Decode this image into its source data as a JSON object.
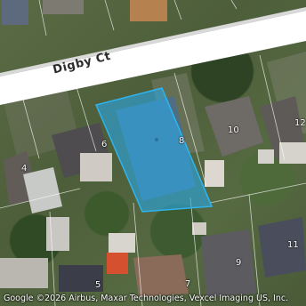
{
  "map": {
    "road_name": "Digby Ct",
    "attribution": "Google  ©2026 Airbus, Maxar Technologies, Vexcel Imaging US, Inc.",
    "lot_numbers": [
      "4",
      "5",
      "6",
      "7",
      "8",
      "9",
      "10",
      "11",
      "12"
    ],
    "highlight_color": "#29a9e6",
    "road_color": "#ffffff"
  }
}
